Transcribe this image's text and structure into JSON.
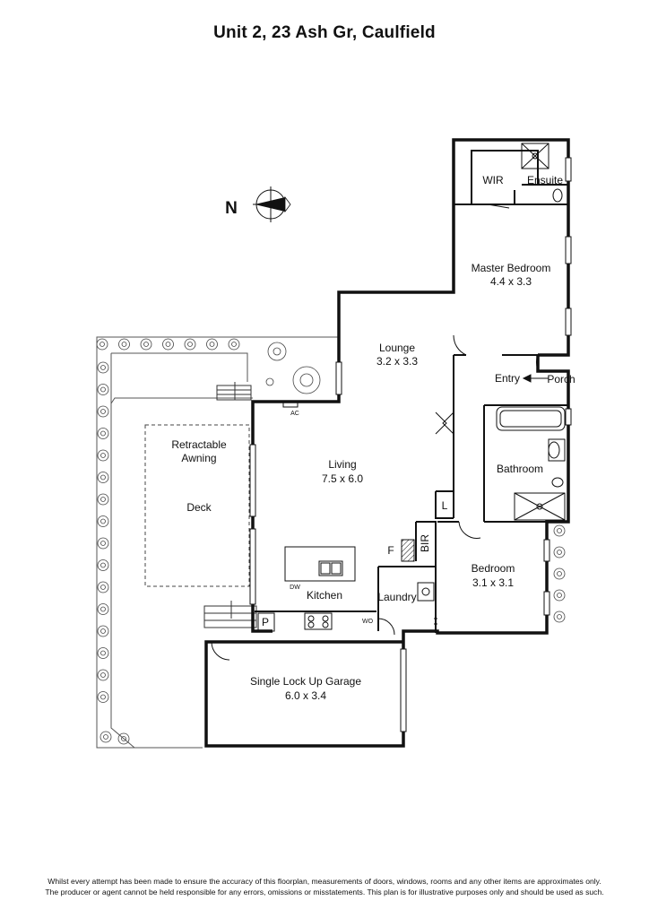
{
  "title": "Unit 2, 23 Ash Gr, Caulfield",
  "compass": {
    "label": "N"
  },
  "rooms": {
    "wir": {
      "name": "WIR"
    },
    "ensuite": {
      "name": "Ensuite"
    },
    "master_bedroom": {
      "name": "Master Bedroom",
      "size": "4.4 x 3.3"
    },
    "lounge": {
      "name": "Lounge",
      "size": "3.2 x 3.3"
    },
    "entry": {
      "name": "Entry"
    },
    "porch": {
      "name": "Porch"
    },
    "living": {
      "name": "Living",
      "size": "7.5 x 6.0"
    },
    "retractable_awning": {
      "line1": "Retractable",
      "line2": "Awning"
    },
    "deck": {
      "name": "Deck"
    },
    "bathroom": {
      "name": "Bathroom"
    },
    "bedroom": {
      "name": "Bedroom",
      "size": "3.1 x 3.1"
    },
    "kitchen": {
      "name": "Kitchen"
    },
    "laundry": {
      "name": "Laundry"
    },
    "garage": {
      "name": "Single Lock Up Garage",
      "size": "6.0 x 3.4"
    }
  },
  "fixtures": {
    "ac": "AC",
    "dw": "DW",
    "wo": "WO",
    "linen": "L",
    "fridge": "F",
    "pantry": "P",
    "bir": "BIR"
  },
  "disclaimer": {
    "line1": "Whilst every attempt has been made to ensure the accuracy of this floorplan, measurements of doors, windows, rooms and any other items are approximates only.",
    "line2": "The producer or agent cannot be held responsible for any errors, omissions or misstatements. This plan is for illustrative purposes only and should be used as such."
  }
}
